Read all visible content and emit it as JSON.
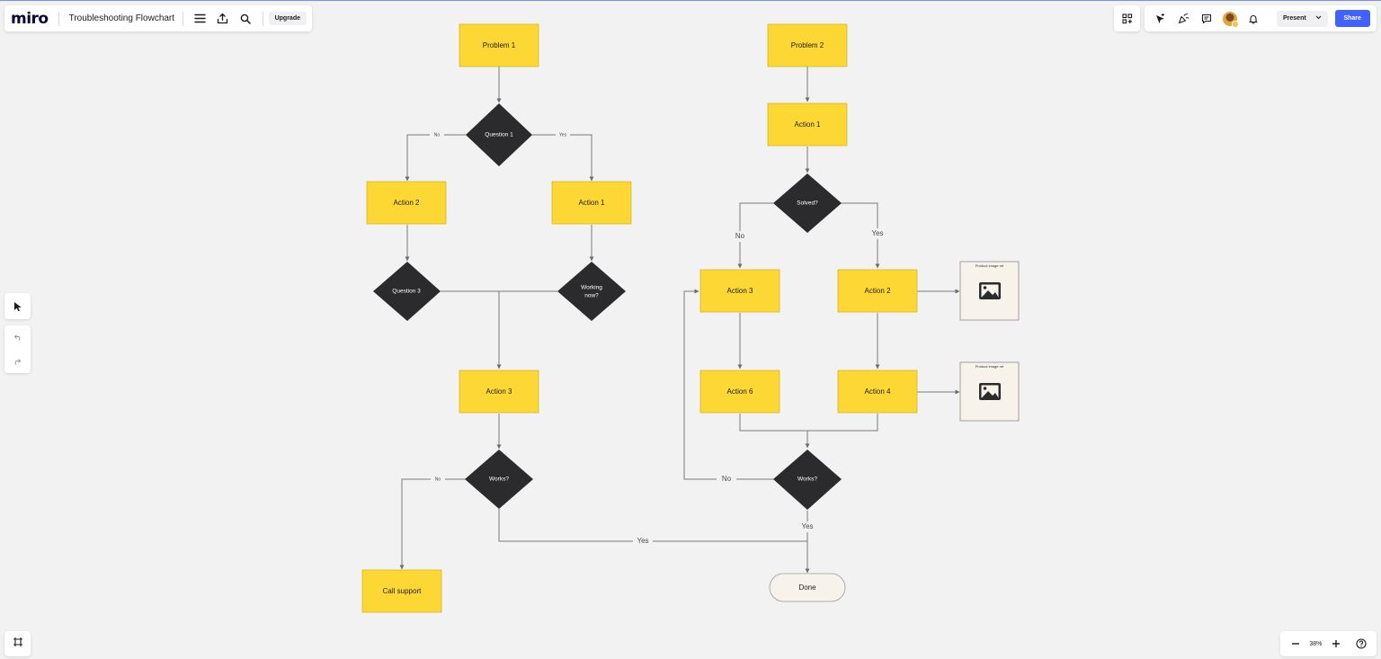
{
  "app": {
    "logo": "miro",
    "board_title": "Troubleshooting Flowchart",
    "upgrade_label": "Upgrade",
    "present_label": "Present",
    "share_label": "Share",
    "zoom_level": "38%",
    "colors": {
      "sticky": "#fdd835",
      "decision": "#2b2b2e",
      "terminator": "#f7f3ea",
      "share": "#4262ff",
      "canvas": "#f2f2f2"
    }
  },
  "toolbar_left": {
    "icons": [
      "menu-icon",
      "export-icon",
      "search-icon"
    ]
  },
  "toolbar_right": {
    "icons": [
      "apps-icon",
      "cursor-reaction-icon",
      "celebrate-icon",
      "comment-icon",
      "avatar",
      "bell-icon",
      "chevron-down-icon"
    ]
  },
  "left_tools": [
    "select-icon",
    "undo-icon",
    "redo-icon"
  ],
  "flowchart": {
    "nodes": [
      {
        "id": "p1",
        "type": "sticky",
        "label": "Problem 1"
      },
      {
        "id": "q1",
        "type": "decision",
        "label": "Question 1"
      },
      {
        "id": "a2l",
        "type": "sticky",
        "label": "Action 2"
      },
      {
        "id": "a1l",
        "type": "sticky",
        "label": "Action 1"
      },
      {
        "id": "q3",
        "type": "decision",
        "label": "Question 3"
      },
      {
        "id": "wn",
        "type": "decision",
        "label": "Working now?"
      },
      {
        "id": "a3l",
        "type": "sticky",
        "label": "Action 3"
      },
      {
        "id": "wl",
        "type": "decision",
        "label": "Works?"
      },
      {
        "id": "cs",
        "type": "sticky",
        "label": "Call support"
      },
      {
        "id": "p2",
        "type": "sticky",
        "label": "Problem 2"
      },
      {
        "id": "a1r",
        "type": "sticky",
        "label": "Action 1"
      },
      {
        "id": "sv",
        "type": "decision",
        "label": "Solved?"
      },
      {
        "id": "a3r",
        "type": "sticky",
        "label": "Action 3"
      },
      {
        "id": "a2r",
        "type": "sticky",
        "label": "Action 2"
      },
      {
        "id": "a6",
        "type": "sticky",
        "label": "Action 6"
      },
      {
        "id": "a4",
        "type": "sticky",
        "label": "Action 4"
      },
      {
        "id": "wr",
        "type": "decision",
        "label": "Works?"
      },
      {
        "id": "dn",
        "type": "terminator",
        "label": "Done"
      },
      {
        "id": "img1",
        "type": "image",
        "label": "Product image ref"
      },
      {
        "id": "img2",
        "type": "image",
        "label": "Product image ref"
      }
    ],
    "edge_labels": {
      "q1_no": "No",
      "q1_yes": "Yes",
      "solved_no": "No",
      "solved_yes": "Yes",
      "works_left_no": "No",
      "works_right_no": "No",
      "works_right_yes": "Yes",
      "works_left_yes": "Yes"
    }
  }
}
